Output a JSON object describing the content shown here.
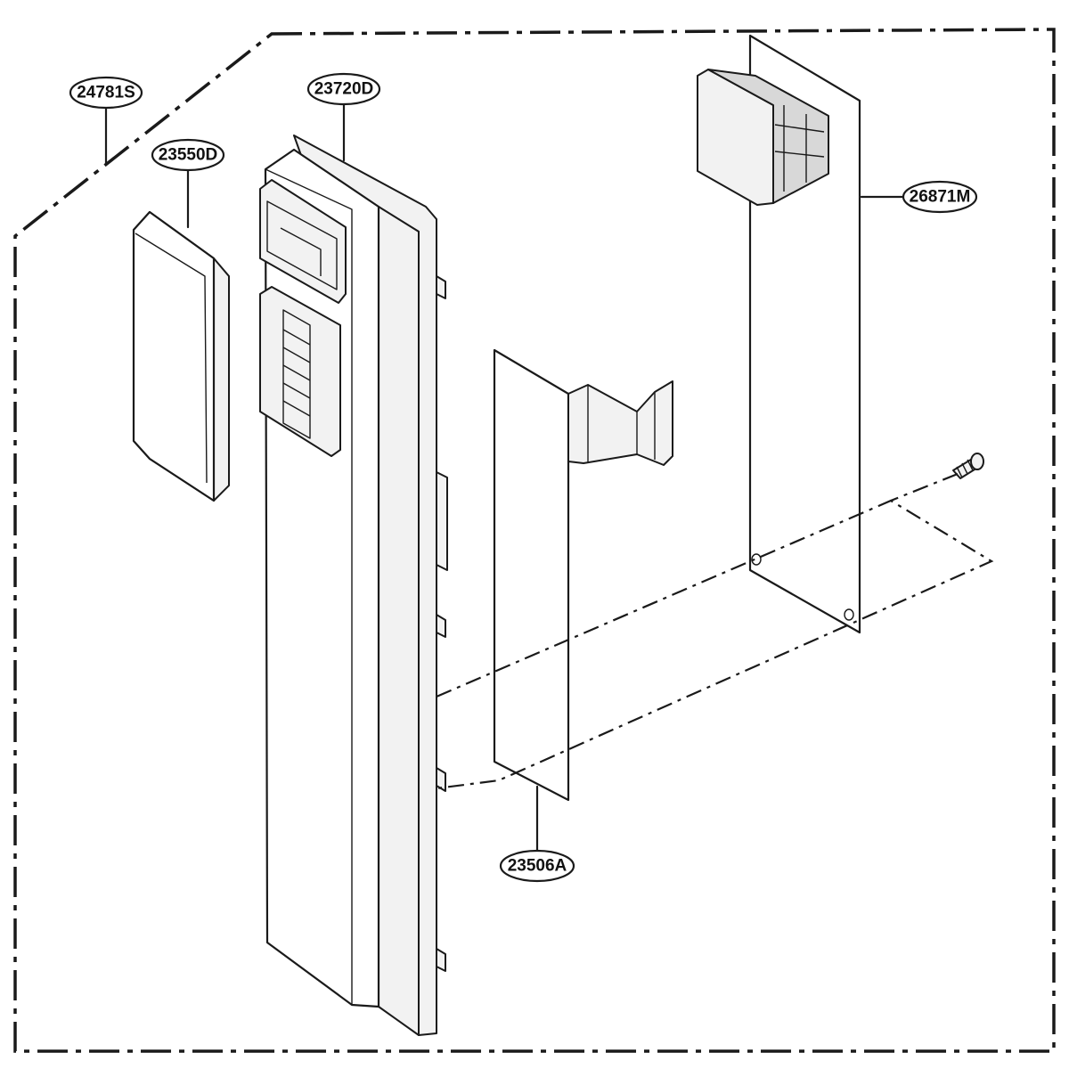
{
  "callouts": {
    "frame": "24781S",
    "cover": "23550D",
    "body": "23720D",
    "panel": "26871M",
    "sheet": "23506A"
  }
}
